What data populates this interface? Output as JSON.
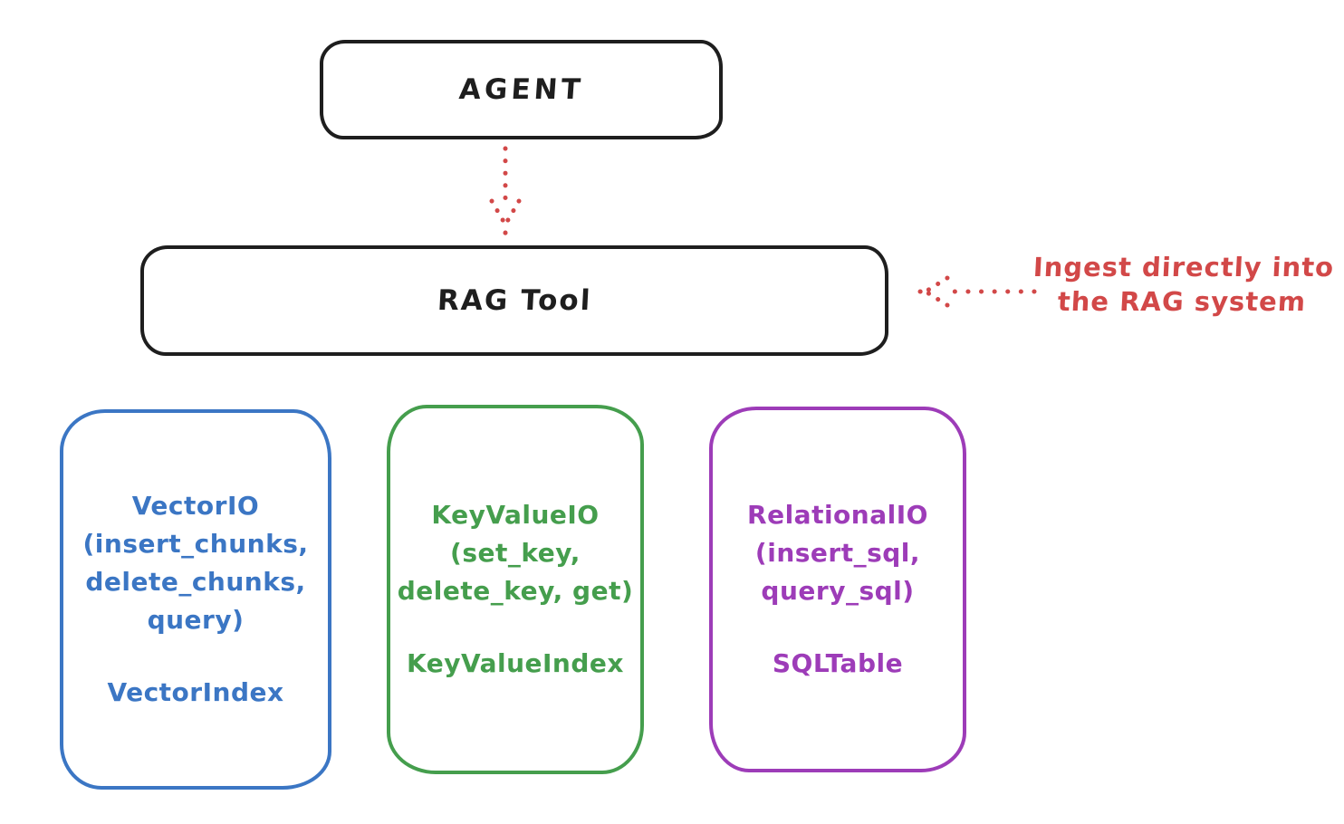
{
  "colors": {
    "ink": "#1e1e1e",
    "red": "#d24848",
    "blue": "#3b76c4",
    "green": "#459e4d",
    "purple": "#9d3cb8",
    "background": "#ffffff"
  },
  "agent": {
    "label": "AGENT"
  },
  "rag_tool": {
    "label": "RAG Tool"
  },
  "annotation": {
    "line1": "Ingest directly into",
    "line2": "the RAG system"
  },
  "arrows": [
    {
      "name": "agent-to-rag-tool",
      "style": "dotted",
      "color": "#d24848",
      "direction": "down"
    },
    {
      "name": "annotation-to-rag-tool",
      "style": "dotted",
      "color": "#d24848",
      "direction": "left"
    }
  ],
  "storage": [
    {
      "name": "vector-io",
      "color": "#3b76c4",
      "lines": [
        "VectorIO",
        "(insert_chunks,",
        "delete_chunks,",
        "query)"
      ],
      "index": "VectorIndex"
    },
    {
      "name": "keyvalue-io",
      "color": "#459e4d",
      "lines": [
        "KeyValueIO",
        "(set_key,",
        "delete_key, get)"
      ],
      "index": "KeyValueIndex"
    },
    {
      "name": "relational-io",
      "color": "#9d3cb8",
      "lines": [
        "RelationalIO",
        "(insert_sql,",
        "query_sql)"
      ],
      "index": "SQLTable"
    }
  ]
}
